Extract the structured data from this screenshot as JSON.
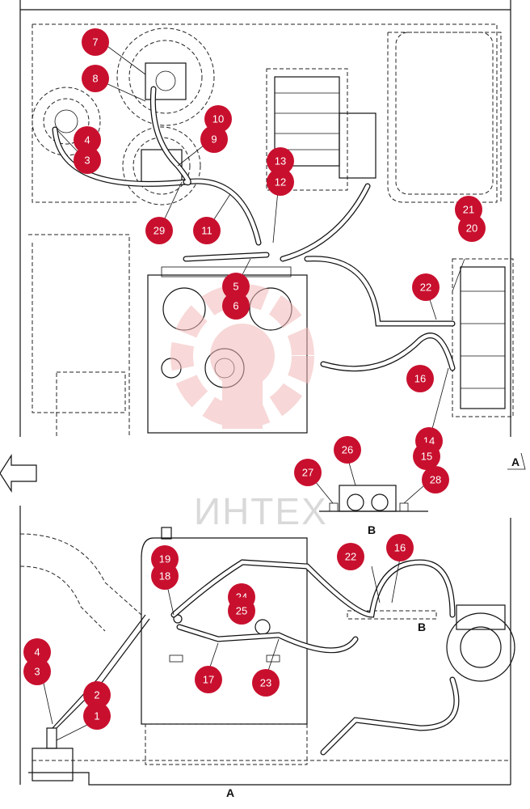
{
  "diagram": {
    "watermark_text": "ИНТЕХ",
    "view_labels": {
      "A_bottom": "A",
      "A_side": "A",
      "B_detail": "B",
      "B_side": "B"
    },
    "callouts_top": [
      "7",
      "8",
      "10",
      "9",
      "4",
      "3",
      "29",
      "11",
      "13",
      "12",
      "5",
      "6",
      "21",
      "20",
      "22",
      "16",
      "14",
      "15",
      "28",
      "26",
      "27"
    ],
    "callouts_bottom": [
      "19",
      "18",
      "24",
      "25",
      "17",
      "23",
      "22",
      "16",
      "4",
      "3",
      "2",
      "1"
    ],
    "colors": {
      "callout": "#c8102e",
      "watermark": "#f2b8b8",
      "line": "#111111"
    },
    "icons": [
      "arrow-left-icon",
      "gear-watermark-icon"
    ]
  }
}
